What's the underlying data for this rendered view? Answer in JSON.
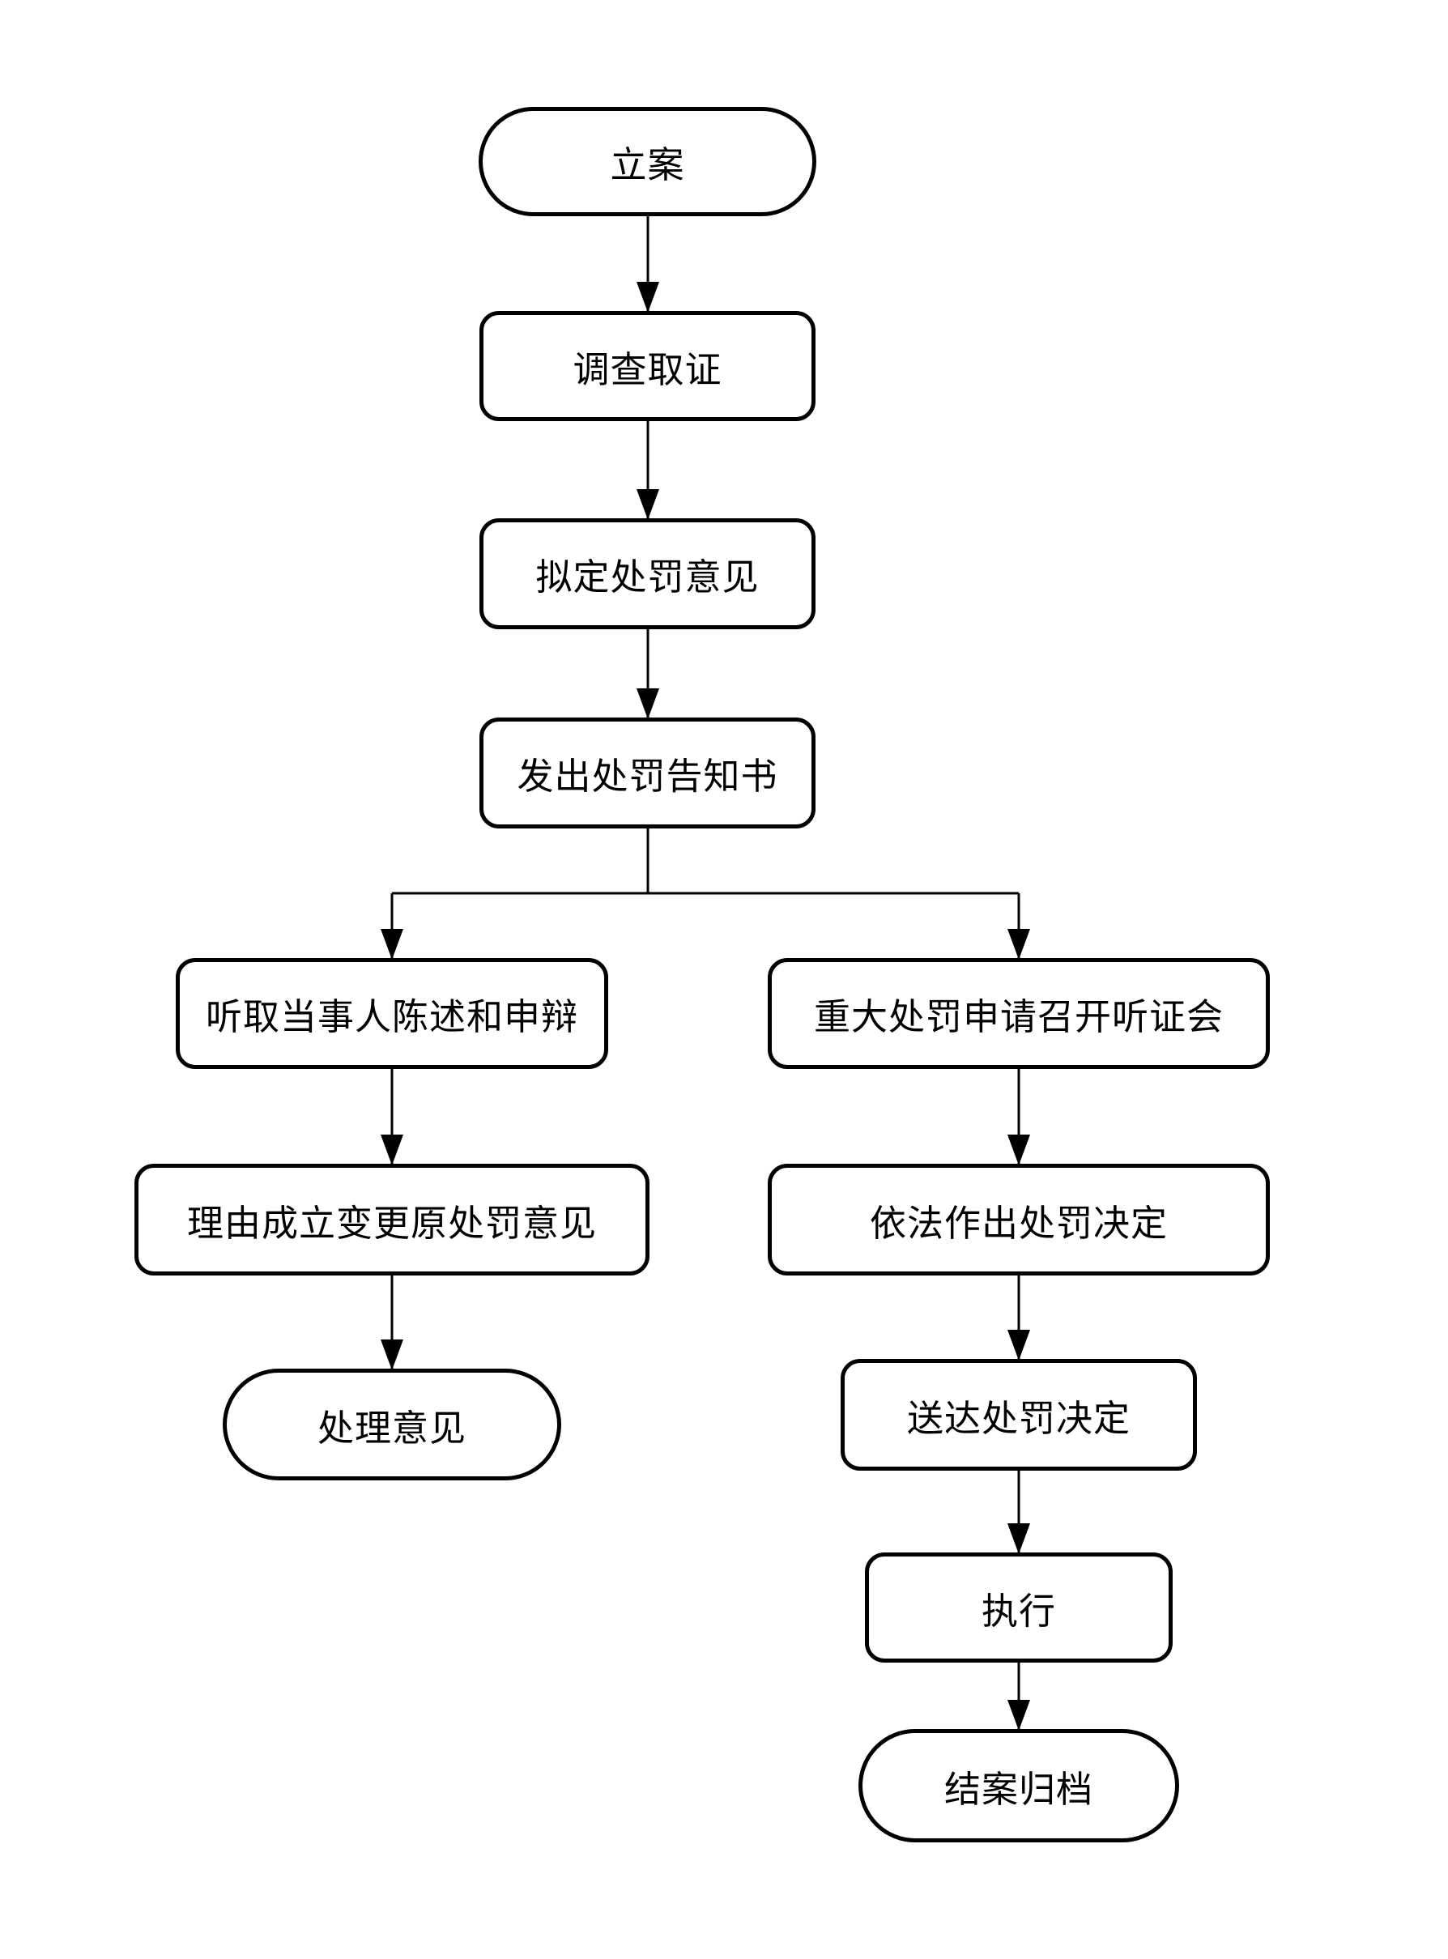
{
  "diagram": {
    "type": "flowchart",
    "background_color": "#ffffff",
    "stroke_color": "#000000",
    "nodes": [
      {
        "id": "start",
        "label": "立案",
        "shape": "stadium",
        "column": "main"
      },
      {
        "id": "investigate",
        "label": "调查取证",
        "shape": "rounded-rect",
        "column": "main"
      },
      {
        "id": "draft-opinion",
        "label": "拟定处罚意见",
        "shape": "rounded-rect",
        "column": "main"
      },
      {
        "id": "issue-notice",
        "label": "发出处罚告知书",
        "shape": "rounded-rect",
        "column": "main"
      },
      {
        "id": "hear-statement",
        "label": "听取当事人陈述和申辩",
        "shape": "rounded-rect",
        "column": "left"
      },
      {
        "id": "major-hearing",
        "label": "重大处罚申请召开听证会",
        "shape": "rounded-rect",
        "column": "right"
      },
      {
        "id": "change-opinion",
        "label": "理由成立变更原处罚意见",
        "shape": "rounded-rect",
        "column": "left"
      },
      {
        "id": "make-decision",
        "label": "依法作出处罚决定",
        "shape": "rounded-rect",
        "column": "right"
      },
      {
        "id": "handling-opinion",
        "label": "处理意见",
        "shape": "stadium",
        "column": "left"
      },
      {
        "id": "deliver-decision",
        "label": "送达处罚决定",
        "shape": "rounded-rect",
        "column": "right"
      },
      {
        "id": "execute",
        "label": "执行",
        "shape": "rounded-rect",
        "column": "right"
      },
      {
        "id": "close-archive",
        "label": "结案归档",
        "shape": "stadium",
        "column": "right"
      }
    ],
    "edges": [
      {
        "from": "start",
        "to": "investigate"
      },
      {
        "from": "investigate",
        "to": "draft-opinion"
      },
      {
        "from": "draft-opinion",
        "to": "issue-notice"
      },
      {
        "from": "issue-notice",
        "to": "hear-statement"
      },
      {
        "from": "issue-notice",
        "to": "major-hearing"
      },
      {
        "from": "hear-statement",
        "to": "change-opinion"
      },
      {
        "from": "change-opinion",
        "to": "handling-opinion"
      },
      {
        "from": "major-hearing",
        "to": "make-decision"
      },
      {
        "from": "make-decision",
        "to": "deliver-decision"
      },
      {
        "from": "deliver-decision",
        "to": "execute"
      },
      {
        "from": "execute",
        "to": "close-archive"
      }
    ]
  }
}
